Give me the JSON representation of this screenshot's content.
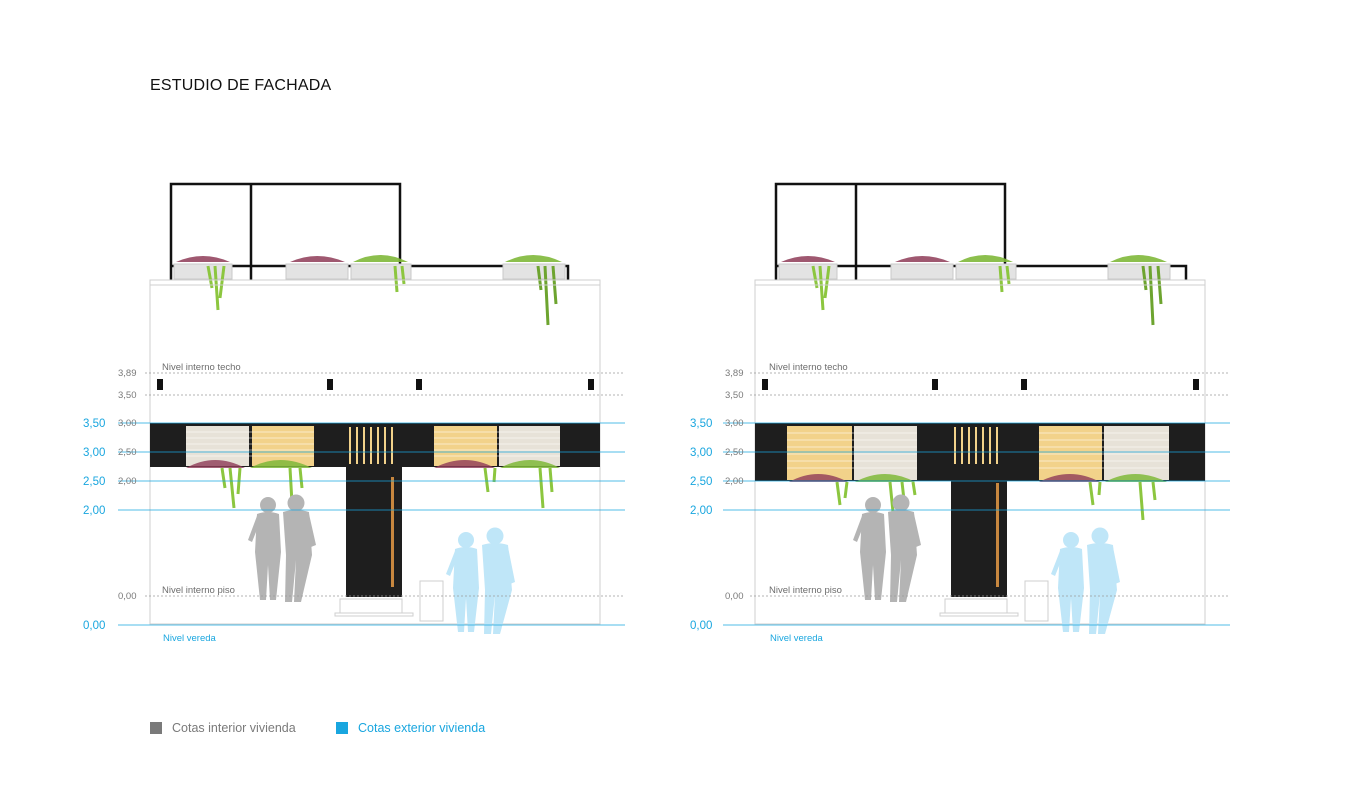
{
  "title": "ESTUDIO DE FACHADA",
  "colors": {
    "interior": "#7a7a7a",
    "exterior": "#19a6df",
    "facade": "#1e1e1e",
    "person_gray": "#b4b4b4",
    "person_blue": "#bfe6f8",
    "plant_green": "#7fb83a",
    "plant_red": "#8e3b57",
    "door_wood": "#c7873f",
    "glass_warm": "#f2d28a",
    "glass_light": "#e7e2d8"
  },
  "icons": {
    "person": "person-silhouette-icon",
    "plant": "hanging-plant-icon",
    "light": "wall-light-icon"
  },
  "elevations": [
    {
      "id": "a",
      "labels": {
        "roof": "Nivel interno techo",
        "floor": "Nivel interno piso",
        "sidewalk": "Nivel vereda"
      },
      "interior_levels": [
        "3,89",
        "3,50",
        "3,00",
        "2,50",
        "2,00",
        "0,00"
      ],
      "exterior_levels": [
        "3,50",
        "3,00",
        "2,50",
        "2,00",
        "0,00"
      ]
    },
    {
      "id": "b",
      "labels": {
        "roof": "Nivel interno techo",
        "floor": "Nivel interno piso",
        "sidewalk": "Nivel vereda"
      },
      "interior_levels": [
        "3,89",
        "3,50",
        "3,00",
        "2,50",
        "2,00",
        "0,00"
      ],
      "exterior_levels": [
        "3,50",
        "3,00",
        "2,50",
        "2,00",
        "0,00"
      ]
    }
  ],
  "legend": {
    "interior_label": "Cotas interior vivienda",
    "exterior_label": "Cotas exterior vivienda"
  }
}
